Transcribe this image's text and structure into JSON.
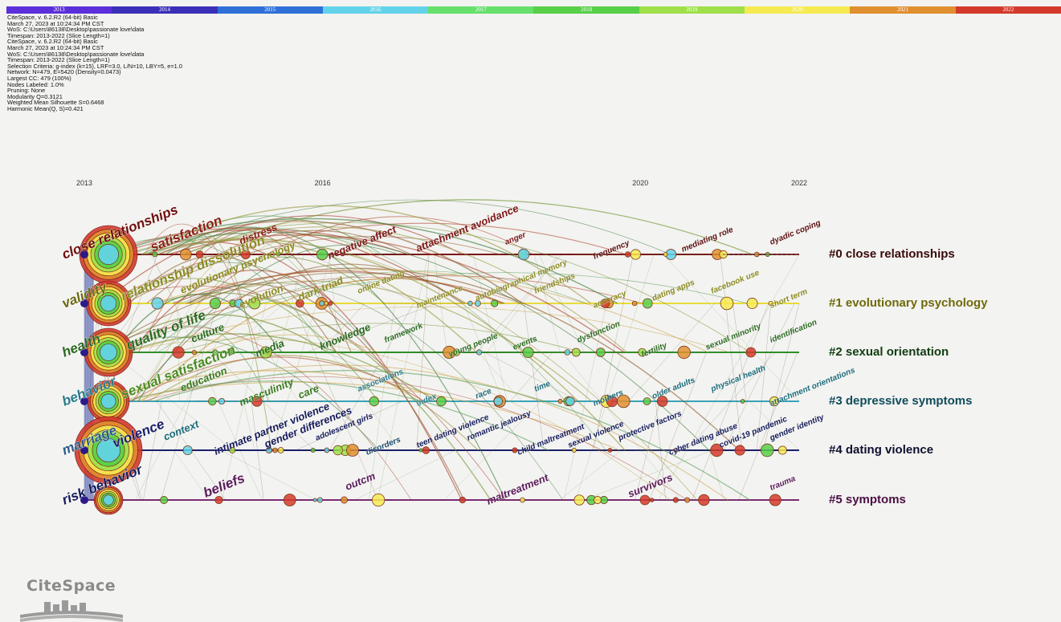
{
  "years": [
    "2013",
    "2014",
    "2015",
    "2016",
    "2017",
    "2018",
    "2019",
    "2020",
    "2021",
    "2022"
  ],
  "year_colors": [
    "#5b2fd9",
    "#3b2fb8",
    "#2f6fd8",
    "#63d3ea",
    "#66e06b",
    "#57cf48",
    "#9fe04a",
    "#f6ea52",
    "#e08f30",
    "#d33a2c"
  ],
  "info_lines": [
    "CiteSpace, v. 6.2.R2 (64-bit) Basic",
    "March 27, 2023 at 10:24:34 PM CST",
    "WoS: C:\\Users\\86138\\Desktop\\passionate love\\data",
    "Timespan: 2013-2022 (Slice Length=1)",
    "CiteSpace, v. 6.2.R2 (64-bit) Basic",
    "March 27, 2023 at 10:24:34 PM CST",
    "WoS: C:\\Users\\86138\\Desktop\\passionate love\\data",
    "Timespan: 2013-2022 (Slice Length=1)",
    "Selection Criteria: g-index (k=15), LRF=3.0, L/N=10, LBY=5, e=1.0",
    "Network: N=479, E=5420 (Density=0.0473)",
    "Largest CC: 479 (100%)",
    "Nodes Labeled: 1.0%",
    "Pruning: None",
    "Modularity Q=0.3121",
    "Weighted Mean Silhouette S=0.6468",
    "Harmonic Mean(Q, S)=0.421"
  ],
  "timeline_ticks": [
    "2013",
    "2016",
    "2020",
    "2022"
  ],
  "clusters": [
    {
      "id": "#0",
      "label": "close relationships",
      "color": "#3a0a0a",
      "line": "#7a1414"
    },
    {
      "id": "#1",
      "label": "evolutionary psychology",
      "color": "#6f6a0a",
      "line": "#e8dc3a"
    },
    {
      "id": "#2",
      "label": "sexual orientation",
      "color": "#123d12",
      "line": "#2f8f2a"
    },
    {
      "id": "#3",
      "label": "depressive symptoms",
      "color": "#0f4c5c",
      "line": "#3aa3b8"
    },
    {
      "id": "#4",
      "label": "dating violence",
      "color": "#0d1030",
      "line": "#1a1f6a"
    },
    {
      "id": "#5",
      "label": "symptoms",
      "color": "#4a0f44",
      "line": "#7a2a72"
    }
  ],
  "keywords": [
    {
      "text": "close relationships",
      "row": 0,
      "color": "#6e0e0e"
    },
    {
      "text": "satisfaction",
      "row": 0,
      "color": "#8a1c14"
    },
    {
      "text": "distress",
      "row": 0,
      "color": "#8a1c14"
    },
    {
      "text": "negative affect",
      "row": 0,
      "color": "#7a1616"
    },
    {
      "text": "attachment avoidance",
      "row": 0,
      "color": "#7a1616"
    },
    {
      "text": "anger",
      "row": 0,
      "color": "#7a1616"
    },
    {
      "text": "frequency",
      "row": 0,
      "color": "#5a0e0e"
    },
    {
      "text": "mediating role",
      "row": 0,
      "color": "#5a0e0e"
    },
    {
      "text": "dyadic coping",
      "row": 0,
      "color": "#5a0e0e"
    },
    {
      "text": "validity",
      "row": 1,
      "color": "#6a6a12"
    },
    {
      "text": "relationship dissolution",
      "row": 1,
      "color": "#8a8a20"
    },
    {
      "text": "evolutionary psychology",
      "row": 1,
      "color": "#8a8a20"
    },
    {
      "text": "evolution",
      "row": 1,
      "color": "#8a8a20"
    },
    {
      "text": "dark triad",
      "row": 1,
      "color": "#8a8a20"
    },
    {
      "text": "online dating",
      "row": 1,
      "color": "#8a8a20"
    },
    {
      "text": "maintenance",
      "row": 1,
      "color": "#8a8a20"
    },
    {
      "text": "autobiographical memory",
      "row": 1,
      "color": "#8a8a20"
    },
    {
      "text": "friendships",
      "row": 1,
      "color": "#8a8a20"
    },
    {
      "text": "accuracy",
      "row": 1,
      "color": "#8a8a20"
    },
    {
      "text": "dating apps",
      "row": 1,
      "color": "#8a8a20"
    },
    {
      "text": "facebook use",
      "row": 1,
      "color": "#8a8a20"
    },
    {
      "text": "short term",
      "row": 1,
      "color": "#8a8a20"
    },
    {
      "text": "health",
      "row": 2,
      "color": "#2a6a20"
    },
    {
      "text": "quality of life",
      "row": 2,
      "color": "#2a6a20"
    },
    {
      "text": "culture",
      "row": 2,
      "color": "#2a6a20"
    },
    {
      "text": "media",
      "row": 2,
      "color": "#2a6a20"
    },
    {
      "text": "knowledge",
      "row": 2,
      "color": "#2a6a20"
    },
    {
      "text": "framework",
      "row": 2,
      "color": "#2a6a20"
    },
    {
      "text": "young people",
      "row": 2,
      "color": "#2a6a20"
    },
    {
      "text": "events",
      "row": 2,
      "color": "#2a6a20"
    },
    {
      "text": "dysfunction",
      "row": 2,
      "color": "#2a6a20"
    },
    {
      "text": "fertility",
      "row": 2,
      "color": "#2a6a20"
    },
    {
      "text": "sexual minority",
      "row": 2,
      "color": "#2a6a20"
    },
    {
      "text": "identification",
      "row": 2,
      "color": "#2a6a20"
    },
    {
      "text": "behavior",
      "row": 3,
      "color": "#2a7a8a"
    },
    {
      "text": "sexual satisfaction",
      "row": 3,
      "color": "#4a8a20"
    },
    {
      "text": "education",
      "row": 3,
      "color": "#3a7a20"
    },
    {
      "text": "masculinity",
      "row": 3,
      "color": "#3a7a20"
    },
    {
      "text": "care",
      "row": 3,
      "color": "#3a7a20"
    },
    {
      "text": "associations",
      "row": 3,
      "color": "#2a7a8a"
    },
    {
      "text": "index",
      "row": 3,
      "color": "#2a7a8a"
    },
    {
      "text": "race",
      "row": 3,
      "color": "#1a6a7a"
    },
    {
      "text": "time",
      "row": 3,
      "color": "#1a6a7a"
    },
    {
      "text": "mothers",
      "row": 3,
      "color": "#1a6a7a"
    },
    {
      "text": "older adults",
      "row": 3,
      "color": "#1a6a7a"
    },
    {
      "text": "physical health",
      "row": 3,
      "color": "#1a6a7a"
    },
    {
      "text": "attachment orientations",
      "row": 3,
      "color": "#1a6a7a"
    },
    {
      "text": "marriage",
      "row": 4,
      "color": "#2a5a8a"
    },
    {
      "text": "violence",
      "row": 4,
      "color": "#1a1f6a"
    },
    {
      "text": "context",
      "row": 4,
      "color": "#1a6a7a"
    },
    {
      "text": "intimate partner violence",
      "row": 4,
      "color": "#141a5a"
    },
    {
      "text": "gender differences",
      "row": 4,
      "color": "#141a5a"
    },
    {
      "text": "adolescent girls",
      "row": 4,
      "color": "#141a5a"
    },
    {
      "text": "disorders",
      "row": 4,
      "color": "#1a4a6a"
    },
    {
      "text": "teen dating violence",
      "row": 4,
      "color": "#141a5a"
    },
    {
      "text": "romantic jealousy",
      "row": 4,
      "color": "#141a5a"
    },
    {
      "text": "child maltreatment",
      "row": 4,
      "color": "#141a5a"
    },
    {
      "text": "sexual violence",
      "row": 4,
      "color": "#141a5a"
    },
    {
      "text": "protective factors",
      "row": 4,
      "color": "#141a5a"
    },
    {
      "text": "cyber dating abuse",
      "row": 4,
      "color": "#141a5a"
    },
    {
      "text": "covid-19 pandemic",
      "row": 4,
      "color": "#141a5a"
    },
    {
      "text": "gender identity",
      "row": 4,
      "color": "#141a5a"
    },
    {
      "text": "risk behavior",
      "row": 5,
      "color": "#141a5a"
    },
    {
      "text": "beliefs",
      "row": 5,
      "color": "#5a1a5a"
    },
    {
      "text": "outcm",
      "row": 5,
      "color": "#5a1a5a"
    },
    {
      "text": "maltreatment",
      "row": 5,
      "color": "#5a1a5a"
    },
    {
      "text": "survivors",
      "row": 5,
      "color": "#5a1a5a"
    },
    {
      "text": "trauma",
      "row": 5,
      "color": "#5a1a5a"
    }
  ],
  "logo_text": "CiteSpace"
}
